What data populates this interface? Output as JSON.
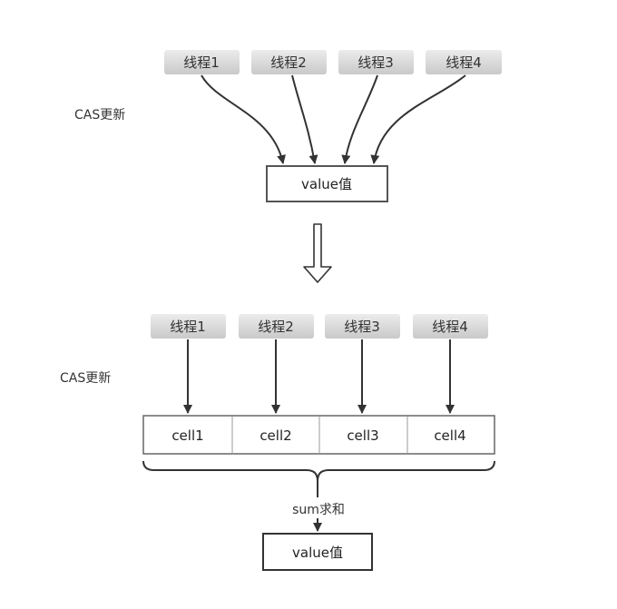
{
  "top": {
    "threads": [
      "线程1",
      "线程2",
      "线程3",
      "线程4"
    ],
    "cas_label": "CAS更新",
    "value_box": "value值"
  },
  "bottom": {
    "threads": [
      "线程1",
      "线程2",
      "线程3",
      "线程4"
    ],
    "cas_label": "CAS更新",
    "cells": [
      "cell1",
      "cell2",
      "cell3",
      "cell4"
    ],
    "sum_label": "sum求和",
    "value_box": "value值"
  }
}
